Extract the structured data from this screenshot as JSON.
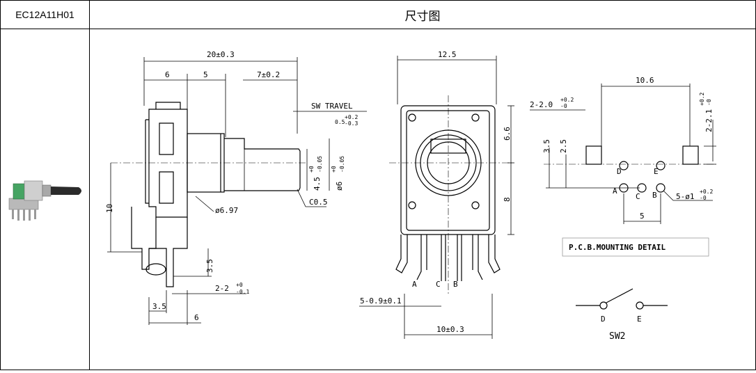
{
  "header": {
    "part_code": "EC12A11H01",
    "title": "尺寸图"
  },
  "side_view": {
    "overall_length": "20±0.3",
    "dim_6_top": "6",
    "dim_5_top": "5",
    "shaft_length": "7±0.2",
    "sw_travel_label": "SW TRAVEL",
    "sw_travel_value": "0.5",
    "sw_travel_tol_up": "+0.2",
    "sw_travel_tol_dn": "-0.3",
    "flat_dim": "4.5",
    "flat_tol_up": "+0",
    "flat_tol_dn": "-0.05",
    "shaft_dia": "ø6",
    "shaft_tol_up": "+0",
    "shaft_tol_dn": "-0.05",
    "bushing_dia": "ø6.97",
    "chamfer": "C0.5",
    "height_10": "10",
    "pin_height": "3.5",
    "mount_pin": "2-2",
    "mount_pin_tol_up": "+0",
    "mount_pin_tol_dn": "-0.1",
    "dim_3_5_bottom": "3.5",
    "dim_6_bottom": "6"
  },
  "front_view": {
    "width": "12.5",
    "dim_6_6": "6.6",
    "dim_8": "8",
    "pin_a": "A",
    "pin_c": "C",
    "pin_b": "B",
    "pin_dim": "5-0.9±0.1",
    "bottom_width": "10±0.3"
  },
  "pcb_view": {
    "spacing": "10.6",
    "hole_label": "2-2.0",
    "hole_tol_up": "+0.2",
    "hole_tol_dn": "-0",
    "pad_label": "2-2.1",
    "pad_tol_up": "+0.2",
    "pad_tol_dn": "-0",
    "dim_3_5": "3.5",
    "dim_2_5": "2.5",
    "pin_d": "D",
    "pin_e": "E",
    "pin_a": "A",
    "pin_c": "C",
    "pin_b": "B",
    "pin_holes": "5-ø1",
    "pin_holes_tol_up": "+0.2",
    "pin_holes_tol_dn": "-0",
    "pin_pitch": "5",
    "caption": "P.C.B.MOUNTING DETAIL"
  },
  "switch_symbol": {
    "pin_d": "D",
    "pin_e": "E",
    "label": "SW2"
  }
}
